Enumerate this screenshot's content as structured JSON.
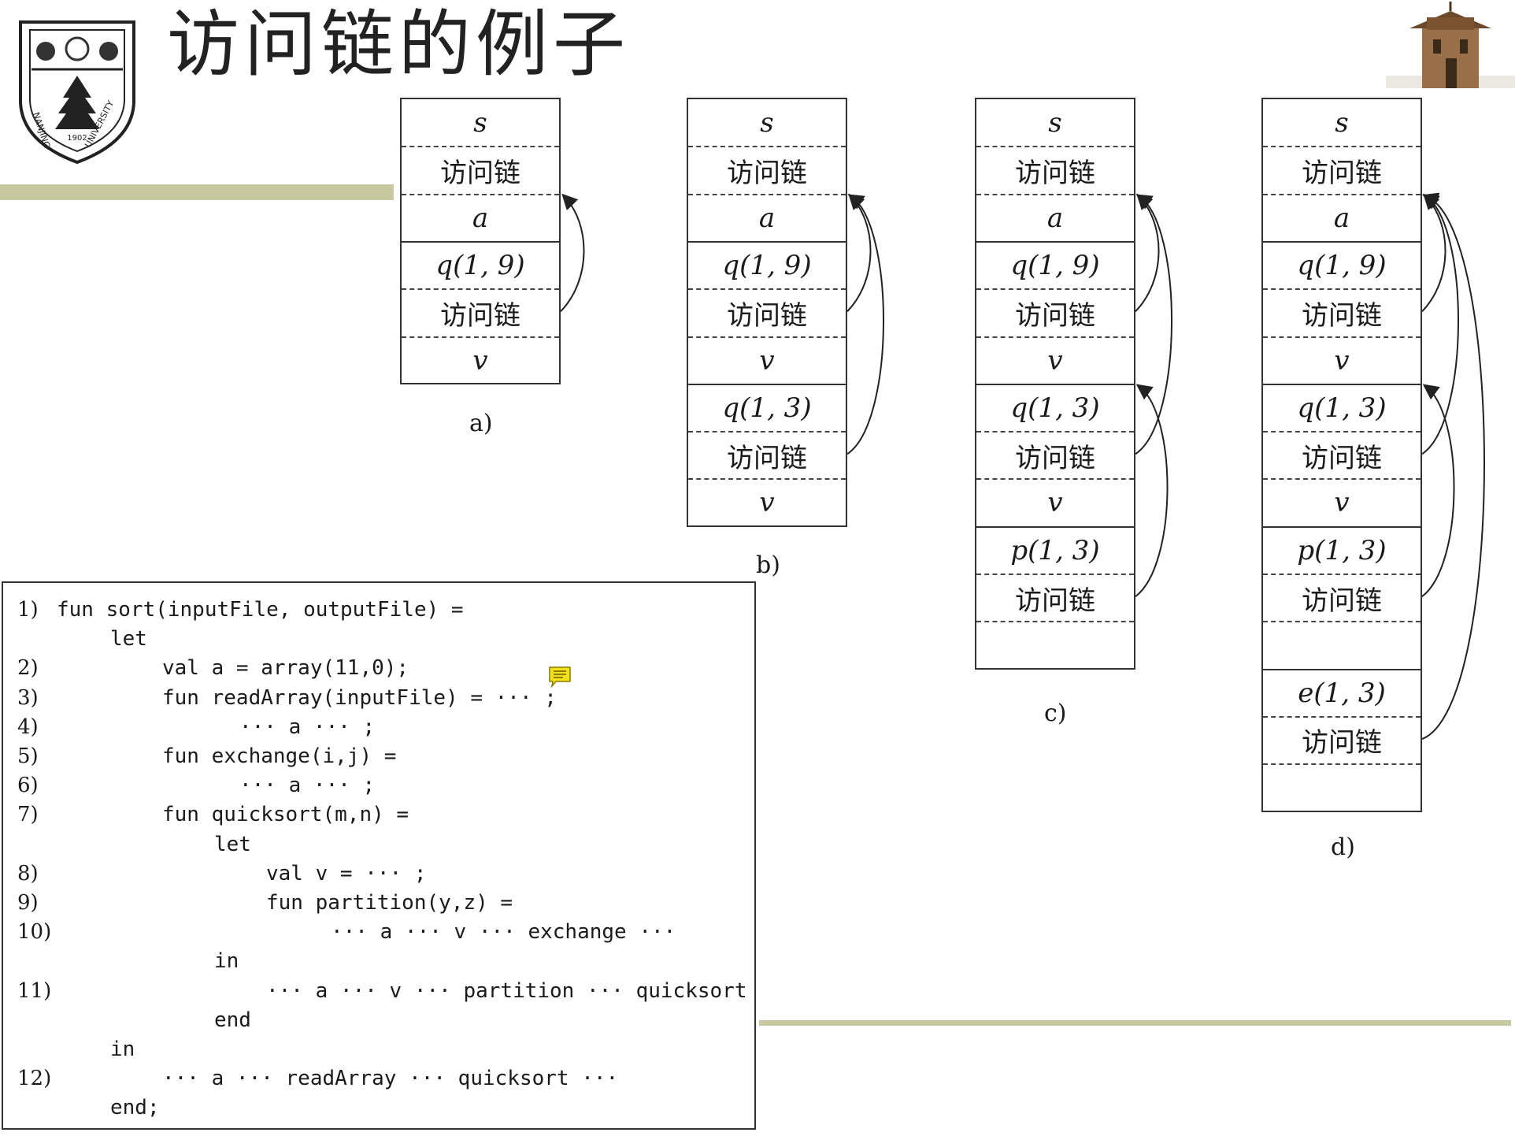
{
  "header": {
    "title": "访问链的例子",
    "logo": {
      "text": "NANJING UNIVERSITY",
      "year": "1902"
    }
  },
  "stacks": [
    {
      "caption": "a)",
      "cells": [
        "s",
        "访问链",
        "a",
        "q(1, 9)",
        "访问链",
        "v"
      ]
    },
    {
      "caption": "b)",
      "cells": [
        "s",
        "访问链",
        "a",
        "q(1, 9)",
        "访问链",
        "v",
        "q(1, 3)",
        "访问链",
        "v"
      ]
    },
    {
      "caption": "c)",
      "cells": [
        "s",
        "访问链",
        "a",
        "q(1, 9)",
        "访问链",
        "v",
        "q(1, 3)",
        "访问链",
        "v",
        "p(1, 3)",
        "访问链",
        ""
      ]
    },
    {
      "caption": "d)",
      "cells": [
        "s",
        "访问链",
        "a",
        "q(1, 9)",
        "访问链",
        "v",
        "q(1, 3)",
        "访问链",
        "v",
        "p(1, 3)",
        "访问链",
        "",
        "e(1, 3)",
        "访问链",
        ""
      ]
    }
  ],
  "code": [
    {
      "num": "1)",
      "text": "fun sort(inputFile, outputFile) ="
    },
    {
      "num": "",
      "text": "let"
    },
    {
      "num": "2)",
      "text": "val a = array(11,0);"
    },
    {
      "num": "3)",
      "text": "fun readArray(inputFile) = ··· ;"
    },
    {
      "num": "4)",
      "text": "··· a ··· ;"
    },
    {
      "num": "5)",
      "text": "fun exchange(i,j) ="
    },
    {
      "num": "6)",
      "text": "··· a ··· ;"
    },
    {
      "num": "7)",
      "text": "fun quicksort(m,n) ="
    },
    {
      "num": "",
      "text": "let"
    },
    {
      "num": "8)",
      "text": "val v = ··· ;"
    },
    {
      "num": "9)",
      "text": "fun partition(y,z) ="
    },
    {
      "num": "10)",
      "text": "··· a ··· v ··· exchange ···"
    },
    {
      "num": "",
      "text": "in"
    },
    {
      "num": "11)",
      "text": "··· a ··· v ··· partition ··· quicksort"
    },
    {
      "num": "",
      "text": "end"
    },
    {
      "num": "",
      "text": "in"
    },
    {
      "num": "12)",
      "text": "··· a ··· readArray ··· quicksort ···"
    },
    {
      "num": "",
      "text": "end;"
    }
  ],
  "colors": {
    "accent_bar": "#c7c89f",
    "note_icon": "#f2e21a"
  }
}
